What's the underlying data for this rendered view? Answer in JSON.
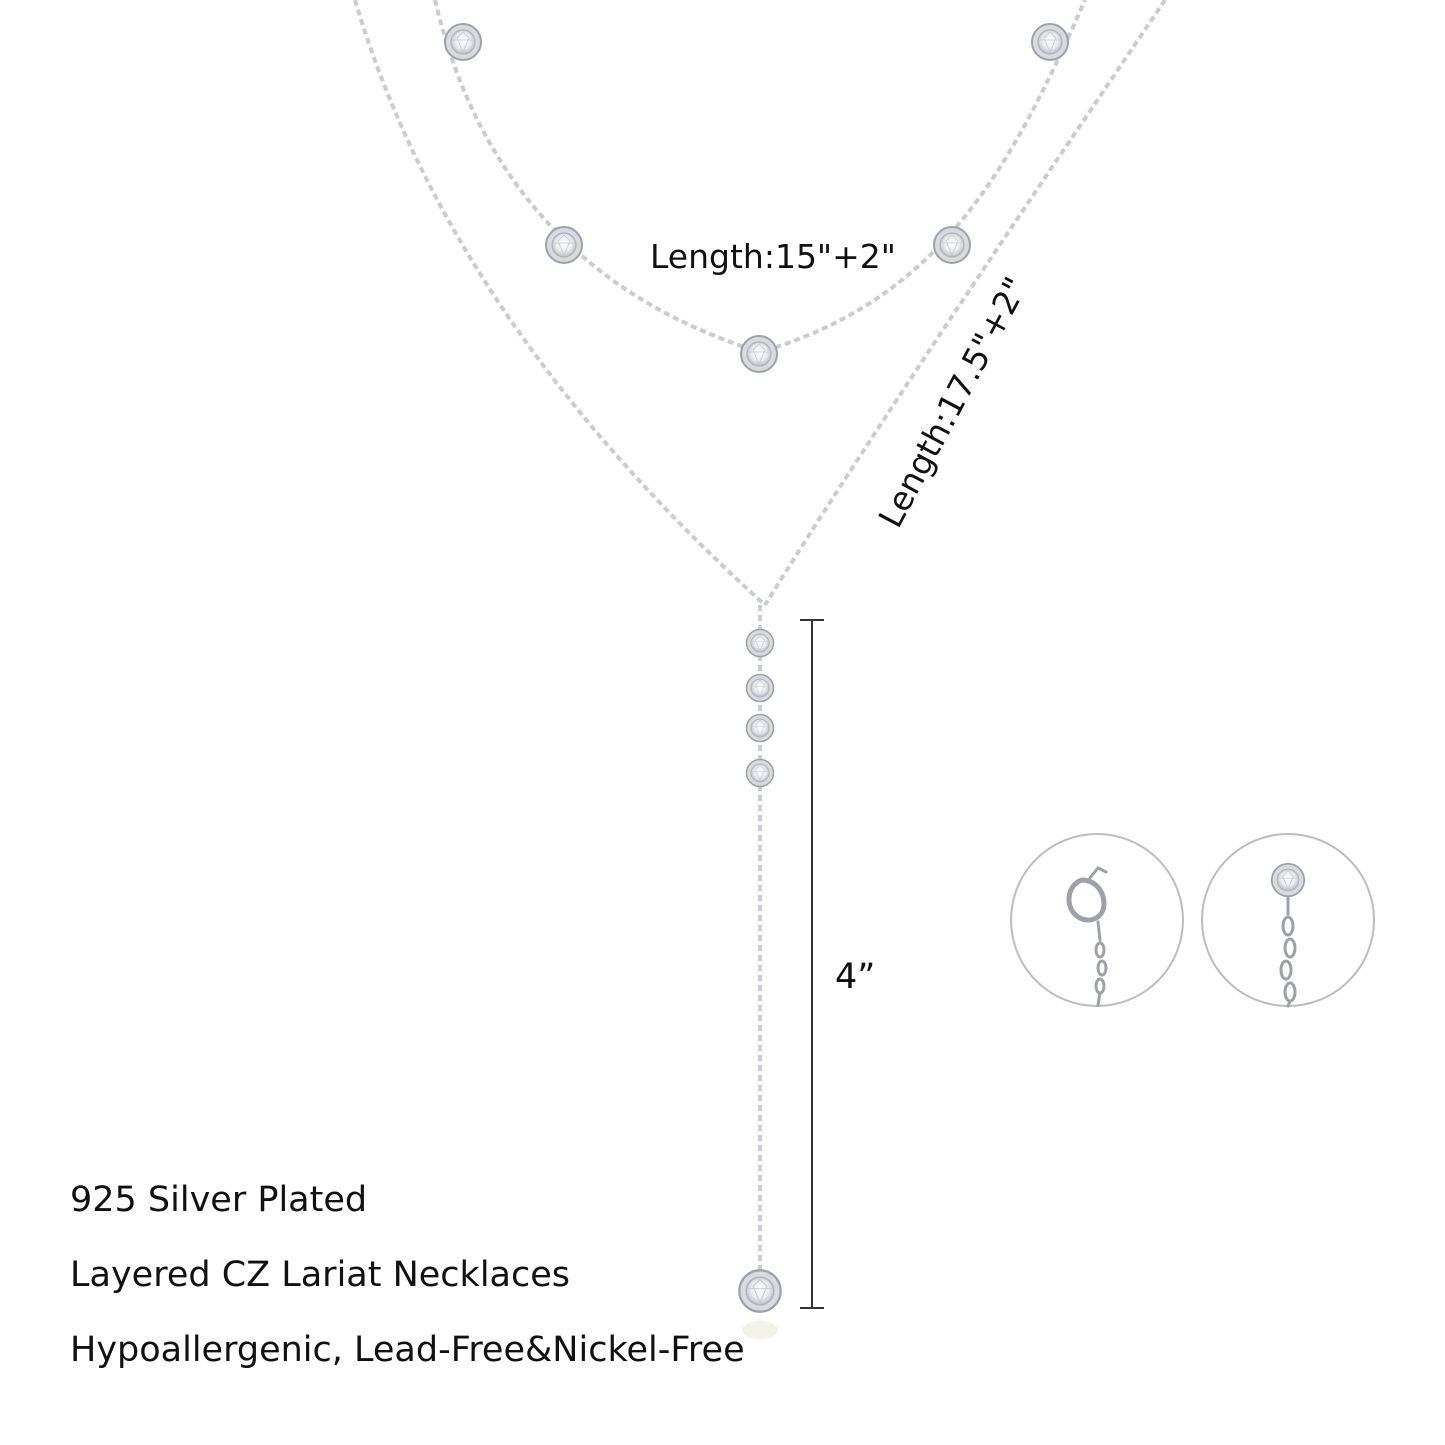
{
  "labels": {
    "short_length": "Length:15\"+2\"",
    "long_length": "Length:17.5\"+2\"",
    "drop_length": "4”"
  },
  "specs": [
    "925 Silver Plated",
    "Layered CZ Lariat Necklaces",
    "Hypoallergenic, Lead-Free&Nickel-Free"
  ],
  "colors": {
    "chain": "#c9ccd1",
    "chain_dark": "#9ea2a8",
    "text": "#111111",
    "bracket": "#333333",
    "circle": "#bdbdbd"
  },
  "icons": {
    "clasp_detail": "lobster-clasp-icon",
    "charm_detail": "cz-charm-icon"
  }
}
